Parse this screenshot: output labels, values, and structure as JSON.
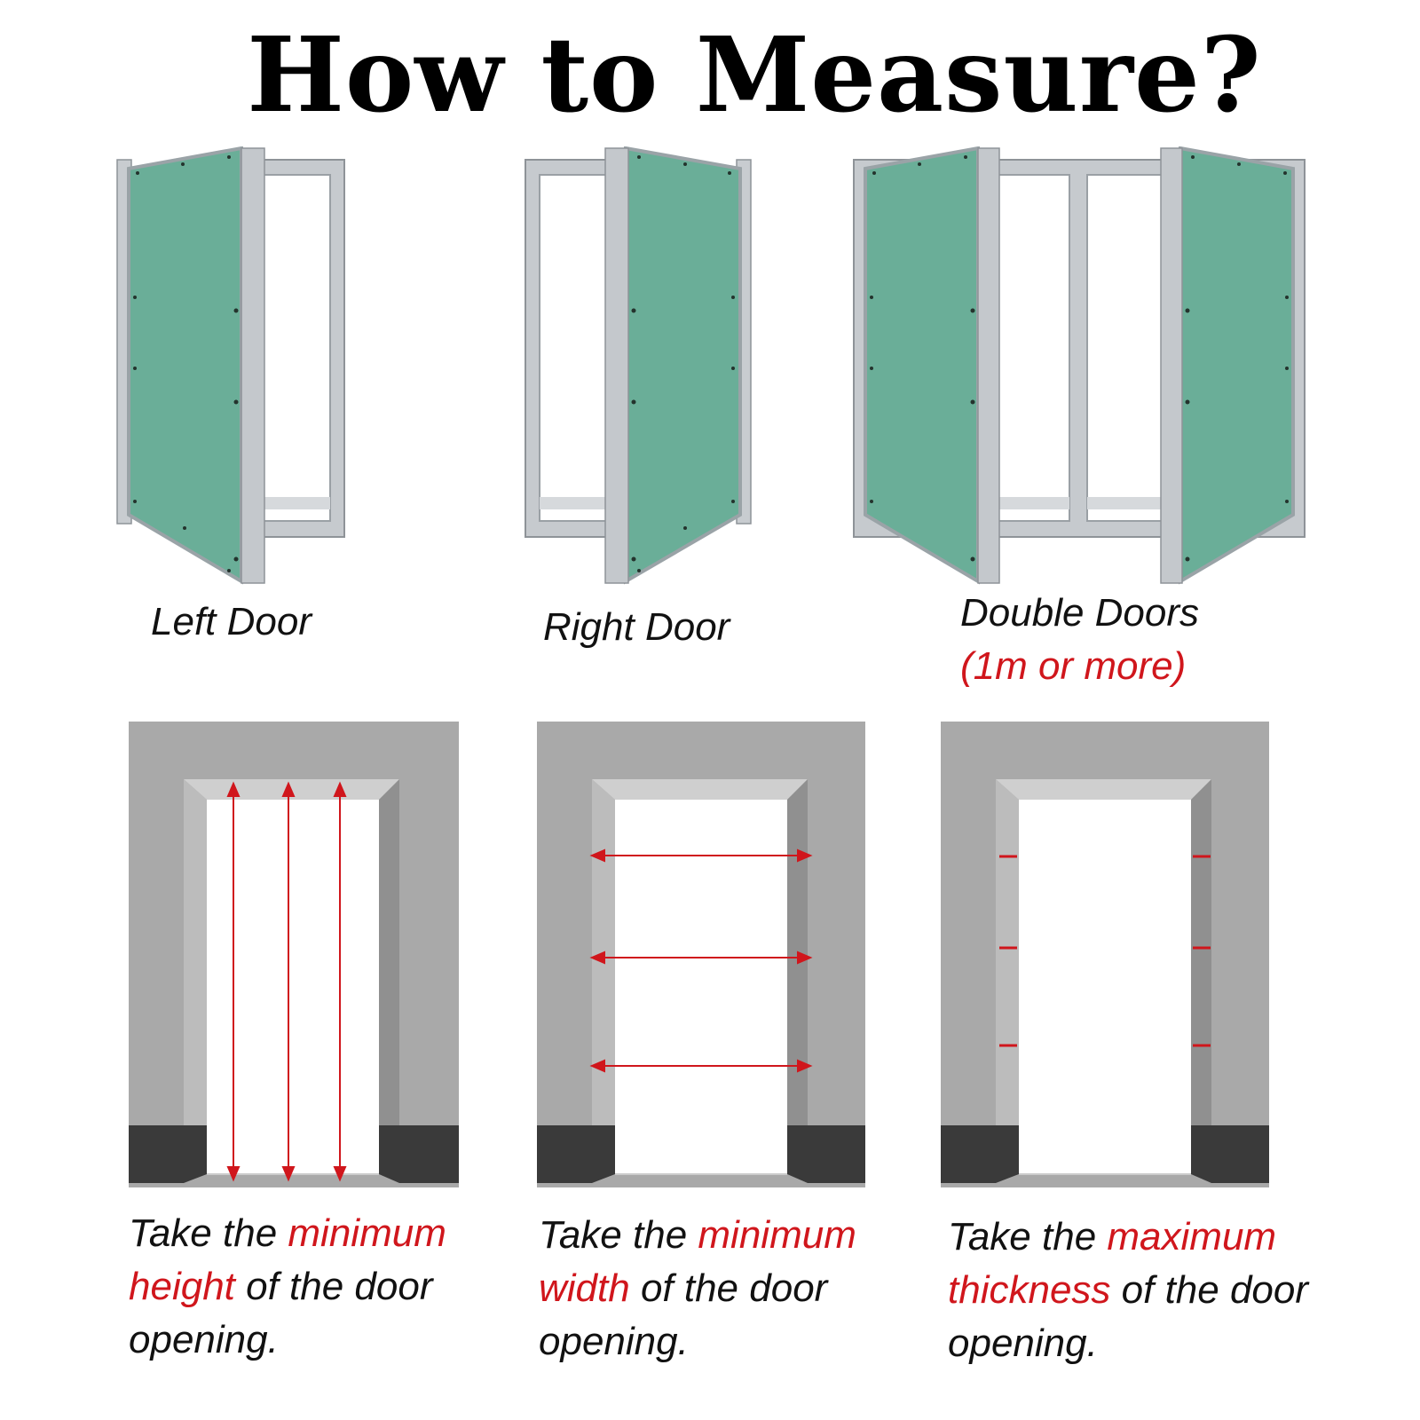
{
  "title": "How to Measure?",
  "colors": {
    "panel": "#6aae98",
    "frame": "#b9bec3",
    "wall": "#a9a9a9",
    "baseboard": "#3a3a3a",
    "highlight": "#d0161c"
  },
  "doors": [
    {
      "label": "Left Door",
      "note": ""
    },
    {
      "label": "Right Door",
      "note": ""
    },
    {
      "label": "Double Doors",
      "note": "(1m or more)"
    }
  ],
  "instructions": [
    {
      "prefix": "Take the ",
      "highlight_1": "minimum",
      "highlight_2": "height",
      "suffix": " of the door",
      "last": "opening."
    },
    {
      "prefix": "Take the ",
      "highlight_1": "minimum",
      "highlight_2": "width",
      "suffix": " of the door",
      "last": "opening."
    },
    {
      "prefix": "Take the ",
      "highlight_1": "maximum",
      "highlight_2": "thickness",
      "suffix": " of the door",
      "last": "opening."
    }
  ]
}
